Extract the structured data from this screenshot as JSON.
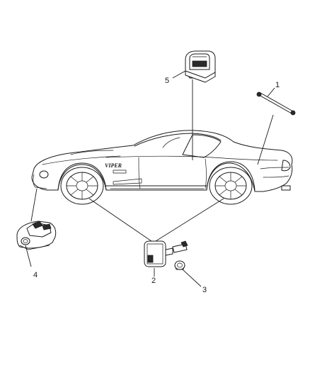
{
  "diagram": {
    "callouts": [
      {
        "id": "1",
        "label": "1"
      },
      {
        "id": "2",
        "label": "2"
      },
      {
        "id": "3",
        "label": "3"
      },
      {
        "id": "4",
        "label": "4"
      },
      {
        "id": "5",
        "label": "5"
      }
    ],
    "car_badge": "VIPER"
  }
}
